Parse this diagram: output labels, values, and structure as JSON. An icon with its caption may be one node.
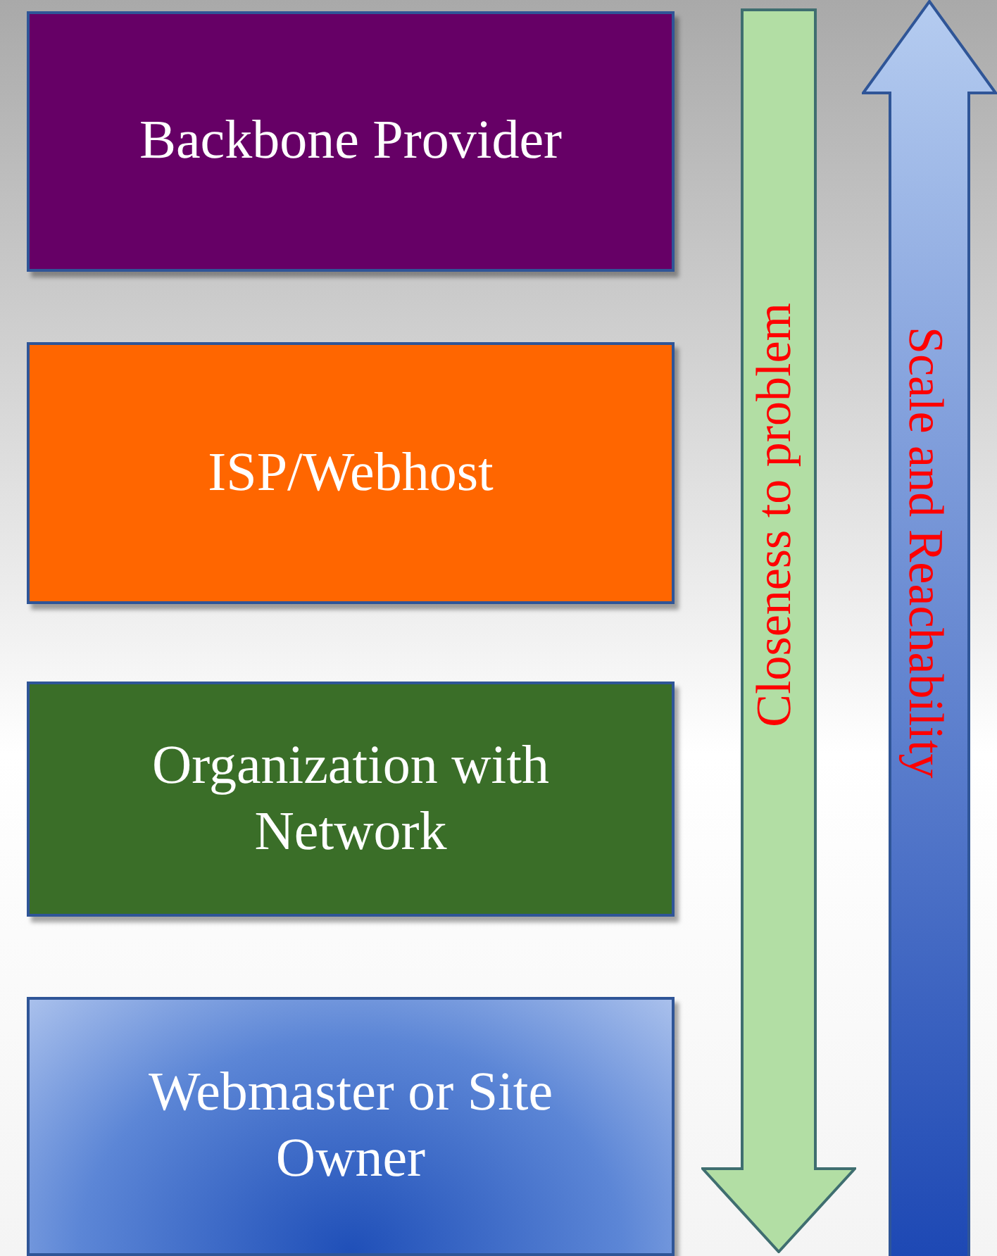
{
  "diagram": {
    "nodes": [
      {
        "text": [
          "Backbone Provider"
        ]
      },
      {
        "text": [
          "ISP/Webhost"
        ]
      },
      {
        "text": [
          "Organization with Network"
        ]
      },
      {
        "text": [
          "Webmaster or Site Owner"
        ]
      },
      {
        "text": [
          "Closeness to problem"
        ]
      },
      {
        "text": [
          "Scale and Reachability"
        ]
      }
    ]
  }
}
